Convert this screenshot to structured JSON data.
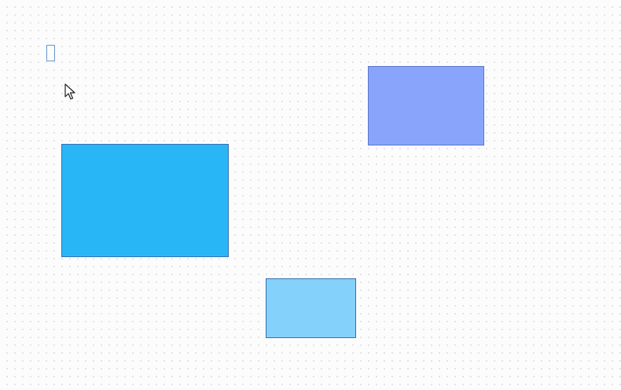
{
  "canvas": {
    "background": "#fcfcfc",
    "grid": "dots"
  },
  "shapes": [
    {
      "name": "rectangle-large",
      "fill": "#29b6f6",
      "stroke": "#3a6fb0"
    },
    {
      "name": "rectangle-top-right",
      "fill": "#88a4fb",
      "stroke": "#5a78c8"
    },
    {
      "name": "rectangle-small",
      "fill": "#84d1fc",
      "stroke": "#3a6fb0"
    }
  ],
  "text_tool": {
    "icon": "text-caret-icon"
  },
  "cursor": {
    "icon": "mouse-pointer-icon"
  }
}
